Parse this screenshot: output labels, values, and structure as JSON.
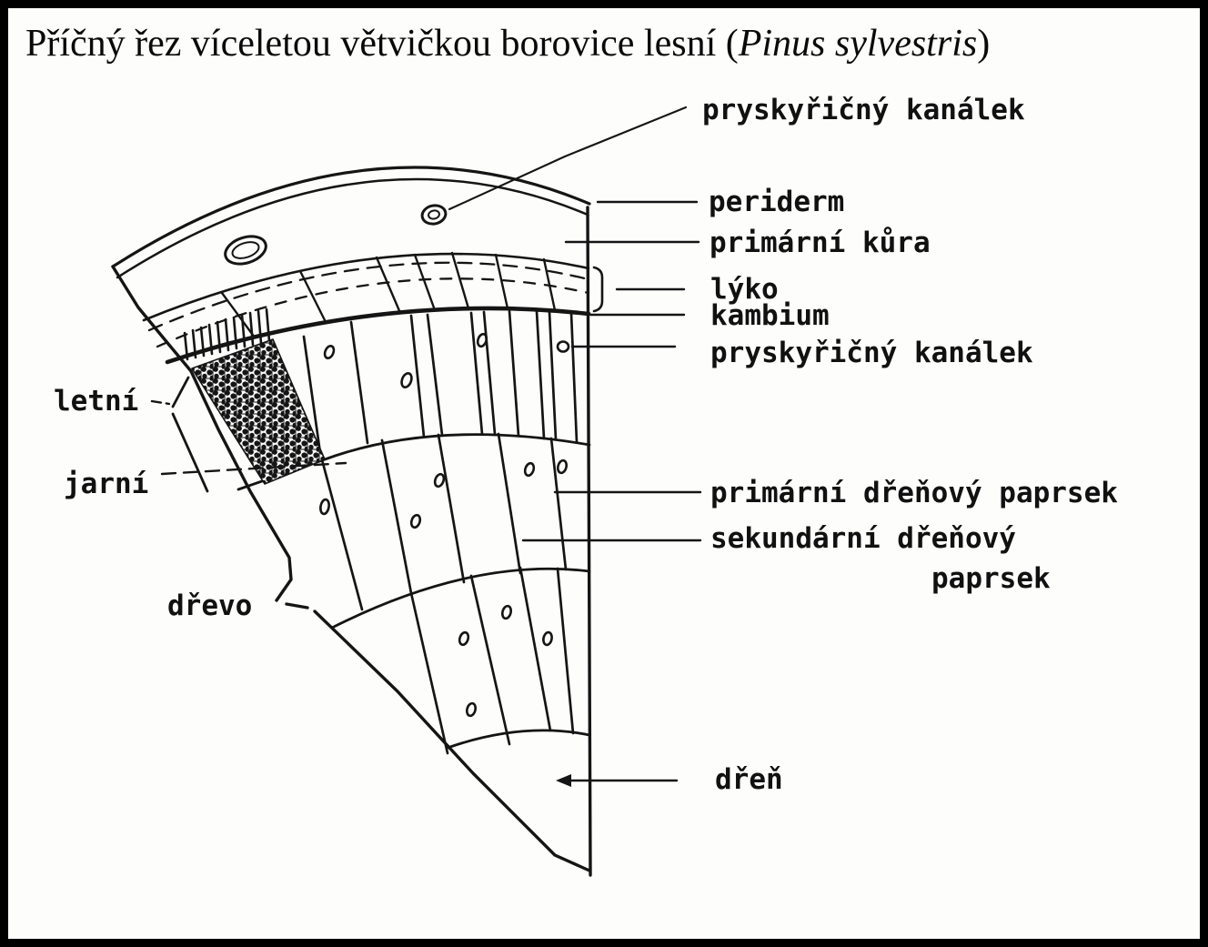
{
  "title": {
    "main": "Příčný řez víceletou větvičkou borovice lesní (",
    "species": "Pinus sylvestris",
    "closing": ")"
  },
  "labels_right": [
    {
      "id": "resin-canal-cortex",
      "text": "pryskyřičný kanálek"
    },
    {
      "id": "periderm",
      "text": "periderm"
    },
    {
      "id": "primary-cortex",
      "text": "primární kůra"
    },
    {
      "id": "phloem",
      "text": "lýko"
    },
    {
      "id": "cambium",
      "text": "kambium"
    },
    {
      "id": "resin-canal-wood",
      "text": "pryskyřičný kanálek"
    },
    {
      "id": "primary-ray",
      "text": "primární dřeňový paprsek"
    },
    {
      "id": "secondary-ray-1",
      "text": "sekundární dřeňový"
    },
    {
      "id": "secondary-ray-2",
      "text": "paprsek"
    },
    {
      "id": "pith",
      "text": "dřeň"
    }
  ],
  "labels_left": [
    {
      "id": "summer-wood",
      "text": "letní"
    },
    {
      "id": "spring-wood",
      "text": "jarní"
    },
    {
      "id": "wood",
      "text": "dřevo"
    }
  ],
  "colors": {
    "ink": "#151515",
    "background": "#fdfdfc"
  }
}
